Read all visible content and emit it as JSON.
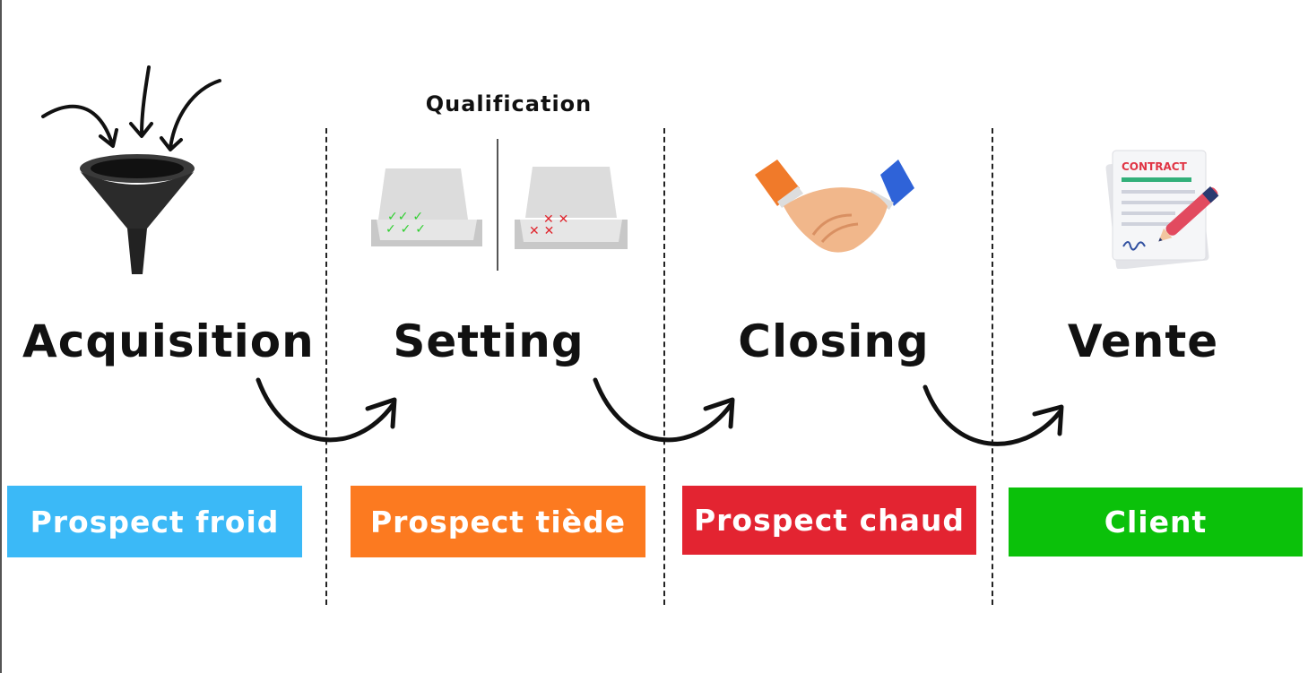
{
  "qualification_label": "Qualification",
  "stages": [
    {
      "title": "Acquisition",
      "icon": "funnel-icon",
      "badge": "Prospect froid",
      "badge_color": "#3BB9F7"
    },
    {
      "title": "Setting",
      "icon": "qualification-trays-icon",
      "badge": "Prospect tiède",
      "badge_color": "#FC7A20"
    },
    {
      "title": "Closing",
      "icon": "handshake-icon",
      "badge": "Prospect chaud",
      "badge_color": "#E32431"
    },
    {
      "title": "Vente",
      "icon": "contract-icon",
      "badge": "Client",
      "badge_color": "#0BC10A"
    }
  ],
  "contract_label": "CONTRACT"
}
